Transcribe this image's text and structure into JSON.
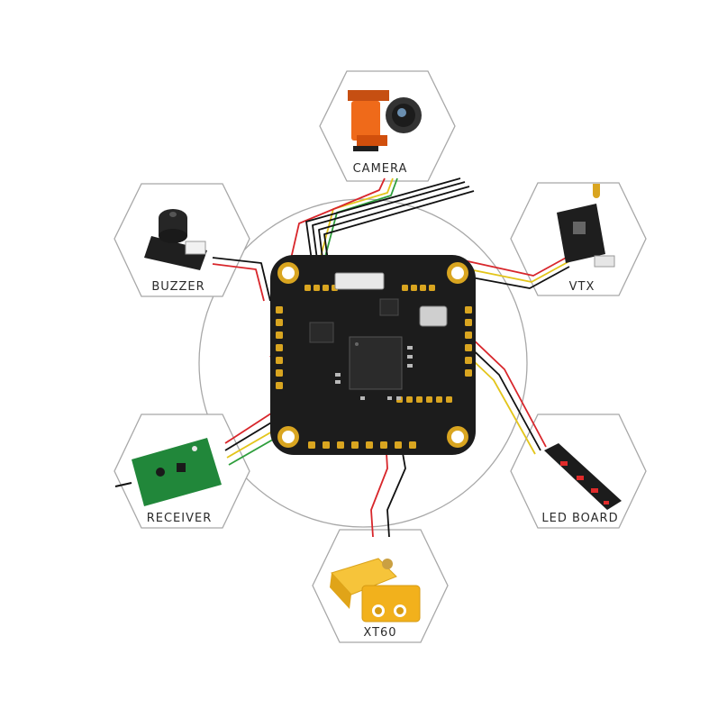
{
  "labels": {
    "camera": "CAMERA",
    "buzzer": "BUZZER",
    "vtx": "VTX",
    "receiver": "RECEIVER",
    "led_board": "LED BOARD",
    "xt60": "XT60"
  },
  "colors": {
    "outline": "#a8a8a8",
    "board": "#1c1c1c",
    "pad": "#d9a520",
    "wire_red": "#d8262b",
    "wire_black": "#111111",
    "wire_green": "#2e9e3c",
    "wire_yellow": "#e3c51b",
    "camera": "#ef6a1a",
    "xt60": "#f2b11c",
    "receiver": "#21873a"
  }
}
